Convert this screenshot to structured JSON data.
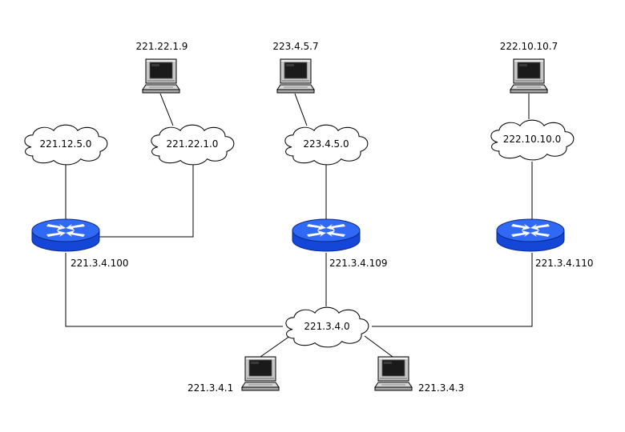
{
  "colors": {
    "router_blue": "#1a4fe6",
    "router_light": "#3a73ff",
    "line": "#000000",
    "cloud_fill": "#ffffff",
    "monitor_body": "#c8c8c8",
    "screen": "#1a1a1a"
  },
  "diagram": {
    "hosts": [
      {
        "name": "host-221-22-1-9",
        "label": "221.22.1.9",
        "icon": "computer-icon"
      },
      {
        "name": "host-223-4-5-7",
        "label": "223.4.5.7",
        "icon": "computer-icon"
      },
      {
        "name": "host-222-10-10-7",
        "label": "222.10.10.7",
        "icon": "computer-icon"
      },
      {
        "name": "host-221-3-4-1",
        "label": "221.3.4.1",
        "icon": "computer-icon"
      },
      {
        "name": "host-221-3-4-3",
        "label": "221.3.4.3",
        "icon": "computer-icon"
      }
    ],
    "networks": [
      {
        "name": "network-221-12-5-0",
        "label": "221.12.5.0",
        "icon": "cloud-icon"
      },
      {
        "name": "network-221-22-1-0",
        "label": "221.22.1.0",
        "icon": "cloud-icon"
      },
      {
        "name": "network-223-4-5-0",
        "label": "223.4.5.0",
        "icon": "cloud-icon"
      },
      {
        "name": "network-222-10-10-0",
        "label": "222.10.10.0",
        "icon": "cloud-icon"
      },
      {
        "name": "network-221-3-4-0",
        "label": "221.3.4.0",
        "icon": "cloud-icon"
      }
    ],
    "routers": [
      {
        "name": "router-1",
        "label": "221.3.4.100",
        "icon": "router-icon"
      },
      {
        "name": "router-2",
        "label": "221.3.4.109",
        "icon": "router-icon"
      },
      {
        "name": "router-3",
        "label": "221.3.4.110",
        "icon": "router-icon"
      }
    ]
  }
}
